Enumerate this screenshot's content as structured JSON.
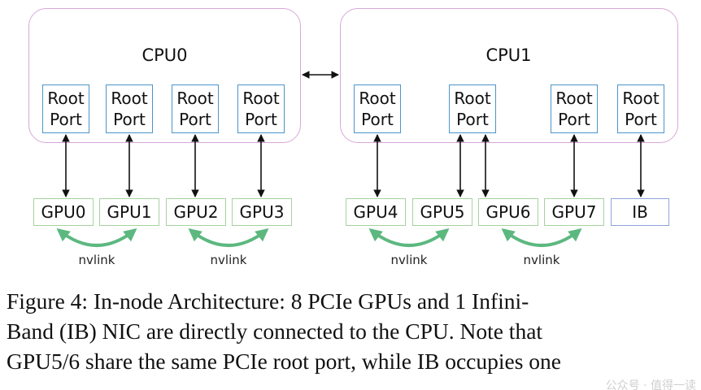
{
  "cpus": [
    {
      "label": "CPU0"
    },
    {
      "label": "CPU1"
    }
  ],
  "root_port": {
    "line1": "Root",
    "line2": "Port"
  },
  "gpus": [
    "GPU0",
    "GPU1",
    "GPU2",
    "GPU3",
    "GPU4",
    "GPU5",
    "GPU6",
    "GPU7"
  ],
  "nic": "IB",
  "nvlink_label": "nvlink",
  "colors": {
    "cpu_border": "#d7a8d9",
    "root_port_border": "#4a95c9",
    "gpu_border": "#a6d3a0",
    "ib_border": "#8ea4d8",
    "nvlink_arrow": "#5cb87f",
    "pcie_arrow": "#111111"
  },
  "caption": {
    "line1": "Figure 4: In-node Architecture: 8 PCIe GPUs and 1 Infini-",
    "line2": "Band (IB) NIC are directly connected to the CPU. Note that",
    "line3": "GPU5/6 share the same PCIe root port, while IB occupies one"
  },
  "watermark": "公众号 · 值得一读"
}
